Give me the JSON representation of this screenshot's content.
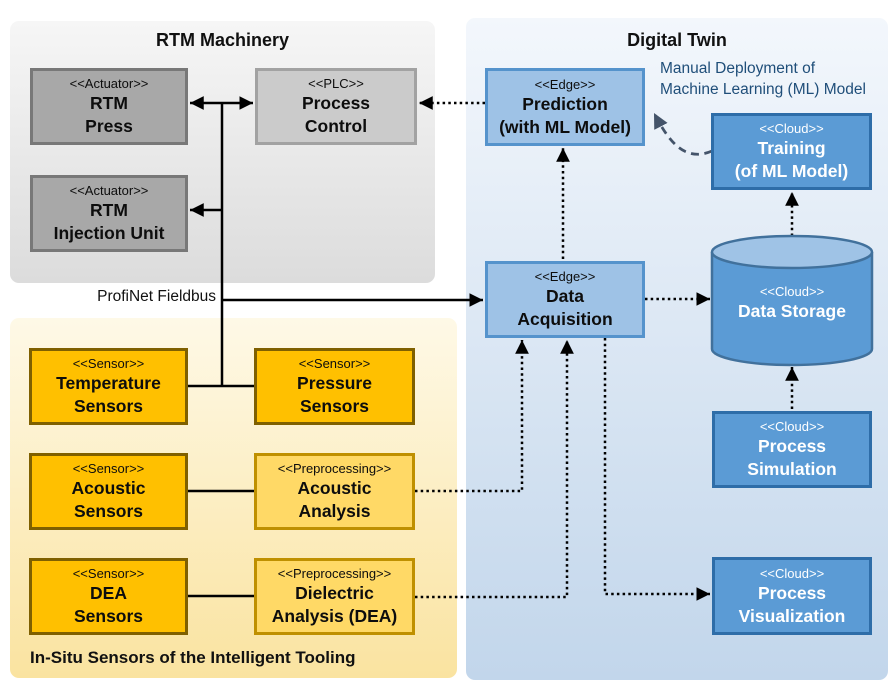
{
  "panels": {
    "rtm_machinery": {
      "title": "RTM Machinery"
    },
    "digital_twin": {
      "title": "Digital Twin"
    },
    "sensors": {
      "title": "In-Situ Sensors of the Intelligent Tooling"
    }
  },
  "nodes": {
    "rtm_press": {
      "stereotype": "<<Actuator>>",
      "line1": "RTM",
      "line2": "Press"
    },
    "process_control": {
      "stereotype": "<<PLC>>",
      "line1": "Process",
      "line2": "Control"
    },
    "rtm_injection": {
      "stereotype": "<<Actuator>>",
      "line1": "RTM",
      "line2": "Injection Unit"
    },
    "temperature": {
      "stereotype": "<<Sensor>>",
      "line1": "Temperature",
      "line2": "Sensors"
    },
    "pressure": {
      "stereotype": "<<Sensor>>",
      "line1": "Pressure",
      "line2": "Sensors"
    },
    "acoustic": {
      "stereotype": "<<Sensor>>",
      "line1": "Acoustic",
      "line2": "Sensors"
    },
    "acoustic_analysis": {
      "stereotype": "<<Preprocessing>>",
      "line1": "Acoustic",
      "line2": "Analysis"
    },
    "dea": {
      "stereotype": "<<Sensor>>",
      "line1": "DEA",
      "line2": "Sensors"
    },
    "dielectric": {
      "stereotype": "<<Preprocessing>>",
      "line1": "Dielectric",
      "line2": "Analysis (DEA)"
    },
    "prediction": {
      "stereotype": "<<Edge>>",
      "line1": "Prediction",
      "line2": "(with ML Model)"
    },
    "data_acquisition": {
      "stereotype": "<<Edge>>",
      "line1": "Data",
      "line2": "Acquisition"
    },
    "training": {
      "stereotype": "<<Cloud>>",
      "line1": "Training",
      "line2": "(of ML Model)"
    },
    "data_storage": {
      "stereotype": "<<Cloud>>",
      "line1": "Data Storage"
    },
    "simulation": {
      "stereotype": "<<Cloud>>",
      "line1": "Process",
      "line2": "Simulation"
    },
    "visualization": {
      "stereotype": "<<Cloud>>",
      "line1": "Process",
      "line2": "Visualization"
    }
  },
  "labels": {
    "profinet": "ProfiNet Fieldbus",
    "manual_deploy_line1": "Manual Deployment of",
    "manual_deploy_line2": "Machine Learning (ML) Model"
  },
  "colors": {
    "actuator_fill": "#a8a8a8",
    "actuator_border": "#787878",
    "plc_fill": "#cbcbcb",
    "plc_border": "#a2a2a2",
    "sensor_fill": "#ffc000",
    "sensor_border": "#7f6000",
    "preprocessing_fill": "#ffd966",
    "preprocessing_border": "#bf9000",
    "edge_fill": "#9ec2e6",
    "edge_border": "#5593cc",
    "cloud_fill": "#5b9bd5",
    "cloud_border": "#2e6da8",
    "cylinder_top_fill": "#9fc3e6",
    "cylinder_border": "#41719c",
    "deploy_text": "#1f4e79",
    "deploy_dash": "#44546a",
    "panel_gray_bottom": "#dcdcdc",
    "panel_yellow_bottom": "#fae3a0",
    "panel_blue_bottom": "#c2d6eb"
  }
}
